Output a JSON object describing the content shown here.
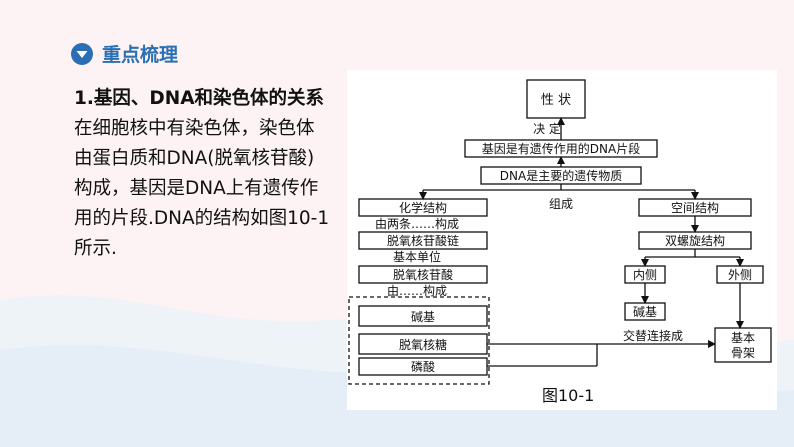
{
  "section": {
    "title": "重点梳理",
    "icon": "chevron-down-circle-icon",
    "accent": "#2a6fb3"
  },
  "text": {
    "heading": "1.基因、DNA和染色体的关系",
    "lines": [
      "在细胞核中有染色体，染色体",
      "由蛋白质和DNA(脱氧核苷酸)",
      "构成，基因是DNA上有遗传作",
      "用的片段.DNA的结构如图10-1",
      "所示."
    ]
  },
  "figure": {
    "caption": "图10-1",
    "nodes": {
      "trait": "性 状",
      "decide": "决   定",
      "gene": "基因是有遗传作用的DNA片段",
      "dna": "DNA是主要的遗传物质",
      "compose": "组成",
      "chem": "化学结构",
      "two_chains": "由两条……构成",
      "chain": "脱氧核苷酸链",
      "unit": "基本单位",
      "nucleotide": "脱氧核苷酸",
      "made_of": "由……构成",
      "base": "碱基",
      "sugar": "脱氧核糖",
      "phosphate": "磷酸",
      "spatial": "空间结构",
      "helix": "双螺旋结构",
      "inner": "内侧",
      "outer": "外侧",
      "base2": "碱基",
      "alternate": "交替连接成",
      "backbone_1": "基本",
      "backbone_2": "骨架"
    }
  }
}
